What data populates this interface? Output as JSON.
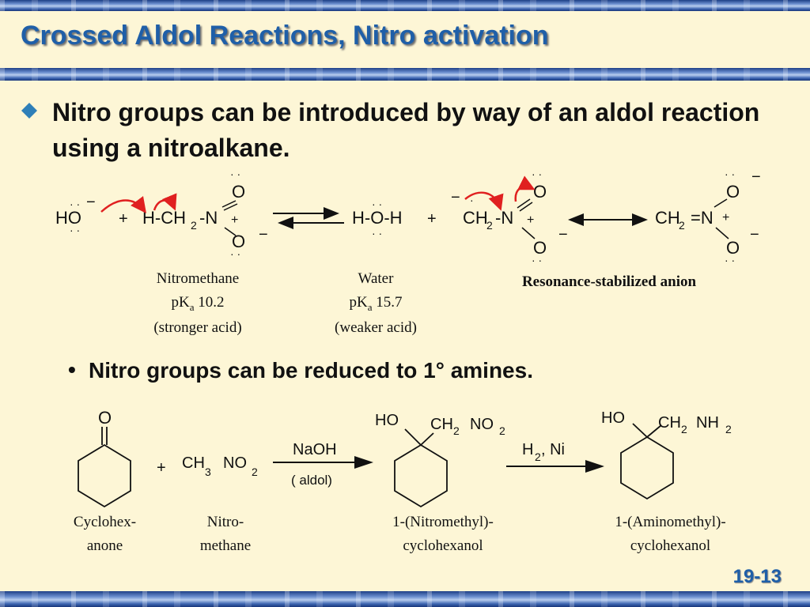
{
  "slide": {
    "title": "Crossed Aldol Reactions, Nitro activation",
    "bullet1": "Nitro groups can be introduced by way of an aldol reaction using a nitroalkane.",
    "bullet2": "Nitro groups can be reduced to 1° amines.",
    "page_number": "19-13"
  },
  "reaction1": {
    "hydroxide": "HO",
    "plus1": "+",
    "nitromethane_h": "H-CH",
    "nitromethane_sub": "2",
    "nitromethane_n": "-N",
    "plus2": "+",
    "water": "H-O-H",
    "anion_ch": "CH",
    "anion_sub": "2",
    "anion_n": "-N",
    "resonance_ch": "CH",
    "resonance_sub": "2",
    "resonance_n": "=N",
    "oxygen": "O",
    "charge_plus": "+",
    "charge_minus": "−",
    "caption_nitromethane": [
      "Nitromethane",
      "pK",
      "a",
      " 10.2",
      "(stronger acid)"
    ],
    "caption_water": [
      "Water",
      "pK",
      "a",
      " 15.7",
      "(weaker acid)"
    ],
    "caption_resonance": "Resonance-stabilized anion"
  },
  "reaction2": {
    "oxygen": "O",
    "plus": "+",
    "ch3": "CH",
    "ch3_sub": "3",
    "no2": "NO",
    "no2_sub": "2",
    "reagent1": "NaOH",
    "reagent1_note": "( aldol)",
    "ho1": "HO",
    "ch2no2_ch": "CH",
    "ch2no2_sub1": "2",
    "ch2no2_no": "NO",
    "ch2no2_sub2": "2",
    "reagent2": "H",
    "reagent2_sub": "2",
    "reagent2_rest": ",  Ni",
    "ho2": "HO",
    "ch2nh2_ch": "CH",
    "ch2nh2_sub1": "2",
    "ch2nh2_nh": "NH",
    "ch2nh2_sub2": "2",
    "caption_cyclohexanone": [
      "Cyclohex-",
      "anone"
    ],
    "caption_nitromethane": [
      "Nitro-",
      "methane"
    ],
    "caption_product1": [
      "1-(Nitromethyl)-",
      "cyclohexanol"
    ],
    "caption_product2": [
      "1-(Aminomethyl)-",
      "cyclohexanol"
    ]
  },
  "colors": {
    "title": "#1f5fa8",
    "arrow_curved": "#e02020",
    "bullet_diamond": "#2e7fb8"
  }
}
